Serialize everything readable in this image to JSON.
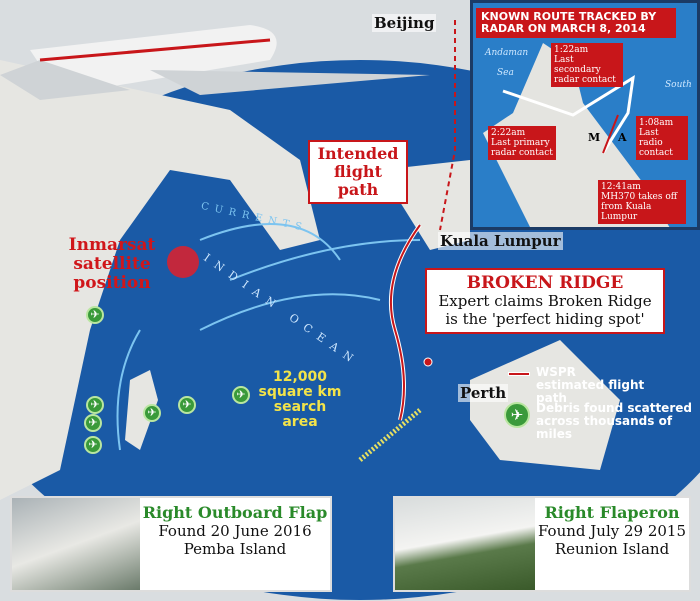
{
  "map": {
    "cities": {
      "beijing": "Beijing",
      "kuala_lumpur": "Kuala Lumpur",
      "perth": "Perth"
    },
    "intended_path_label": "Intended flight path",
    "inmarsat_label": "Inmarsat satellite position",
    "ocean_label": "INDIAN OCEAN",
    "currents_label": "CURRENTS",
    "search_area": {
      "value": "12,000",
      "unit": "square km",
      "desc": "search area"
    },
    "broken_ridge": {
      "title": "BROKEN RIDGE",
      "text": "Expert claims Broken Ridge is the 'perfect hiding spot'"
    },
    "legend": {
      "wspr": "WSPR estimated flight path",
      "debris": "Debris found scattered across thousands of miles"
    },
    "colors": {
      "ocean": "#1a5aa6",
      "accent_red": "#c8161a",
      "debris_green": "#3a9a3a",
      "search_yellow": "#f2e34a"
    }
  },
  "inset": {
    "title": "KNOWN ROUTE TRACKED BY RADAR ON MARCH 8, 2014",
    "sea_labels": [
      "Andaman",
      "Sea",
      "South"
    ],
    "country_letters": [
      "M",
      "A"
    ],
    "notes": [
      {
        "time": "1:22am",
        "text": "Last secondary radar contact"
      },
      {
        "time": "2:22am",
        "text": "Last primary radar contact"
      },
      {
        "time": "1:08am",
        "text": "Last radio contact"
      },
      {
        "time": "12:41am",
        "text": "MH370 takes off from Kuala Lumpur"
      }
    ]
  },
  "cards": [
    {
      "title": "Right Outboard Flap",
      "line1": "Found 20 June 2016",
      "line2": "Pemba Island"
    },
    {
      "title": "Right Flaperon",
      "line1": "Found July 29 2015",
      "line2": "Reunion Island"
    }
  ]
}
